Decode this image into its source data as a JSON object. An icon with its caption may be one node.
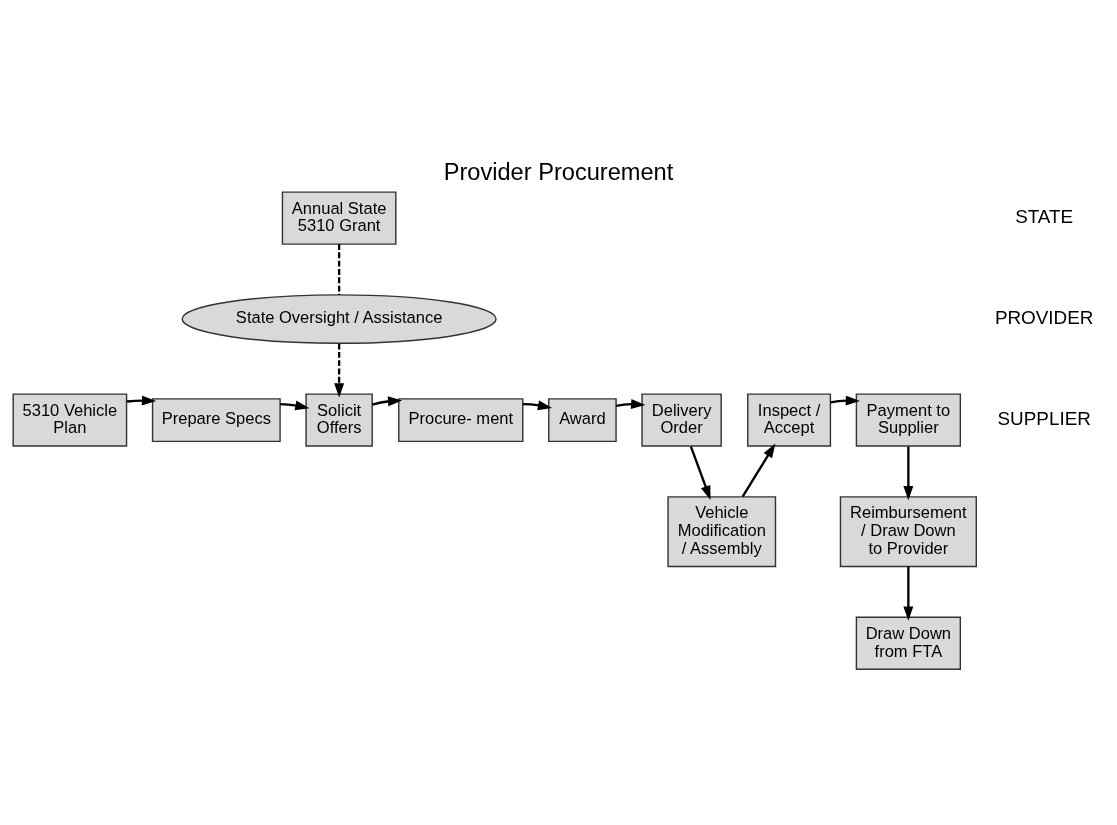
{
  "diagram": {
    "title": "Provider Procurement",
    "nodes": [
      {
        "text": [
          "Annual State 5310 Grant"
        ]
      },
      {
        "text": [
          "Draw Down from FTA"
        ]
      },
      {
        "text": [
          "Reimbursement / Draw Down to Provider"
        ]
      },
      {
        "text": [
          "State Oversight / Assistance"
        ]
      },
      {
        "text": [
          "5310 Vehicle Plan"
        ]
      },
      {
        "text": [
          "Prepare Specs"
        ]
      },
      {
        "text": [
          "Solicit Offers"
        ]
      },
      {
        "text": [
          "Procure- ment"
        ]
      },
      {
        "text": [
          "Award"
        ]
      },
      {
        "text": [
          "Delivery Order"
        ]
      },
      {
        "text": [
          "Inspect / Accept"
        ]
      },
      {
        "text": [
          "Payment to Supplier"
        ]
      },
      {
        "text": [
          "Vehicle Modification / Assembly"
        ]
      }
    ],
    "edges": [
      {
        "from": 0,
        "to": 3,
        "arrow": "none",
        "style": "dashed"
      },
      {
        "from": 3,
        "to": 6,
        "arrow": "to",
        "style": "dashed"
      },
      {
        "from": 4,
        "to": 5,
        "arrow": "to"
      },
      {
        "from": 5,
        "to": 6,
        "arrow": "to"
      },
      {
        "from": 6,
        "to": 7,
        "arrow": "to"
      },
      {
        "from": 7,
        "to": 8,
        "arrow": "to"
      },
      {
        "from": 8,
        "to": 9,
        "arrow": "to"
      },
      {
        "from": 9,
        "to": 12,
        "arrow": "to"
      },
      {
        "from": 12,
        "to": 10,
        "arrow": "to"
      },
      {
        "from": 10,
        "to": 11,
        "arrow": "to"
      },
      {
        "from": 11,
        "to": 2,
        "arrow": "to"
      },
      {
        "from": 2,
        "to": 1,
        "arrow": "to"
      }
    ],
    "labels": [
      "STATE",
      "PROVIDER",
      "SUPPLIER"
    ]
  }
}
